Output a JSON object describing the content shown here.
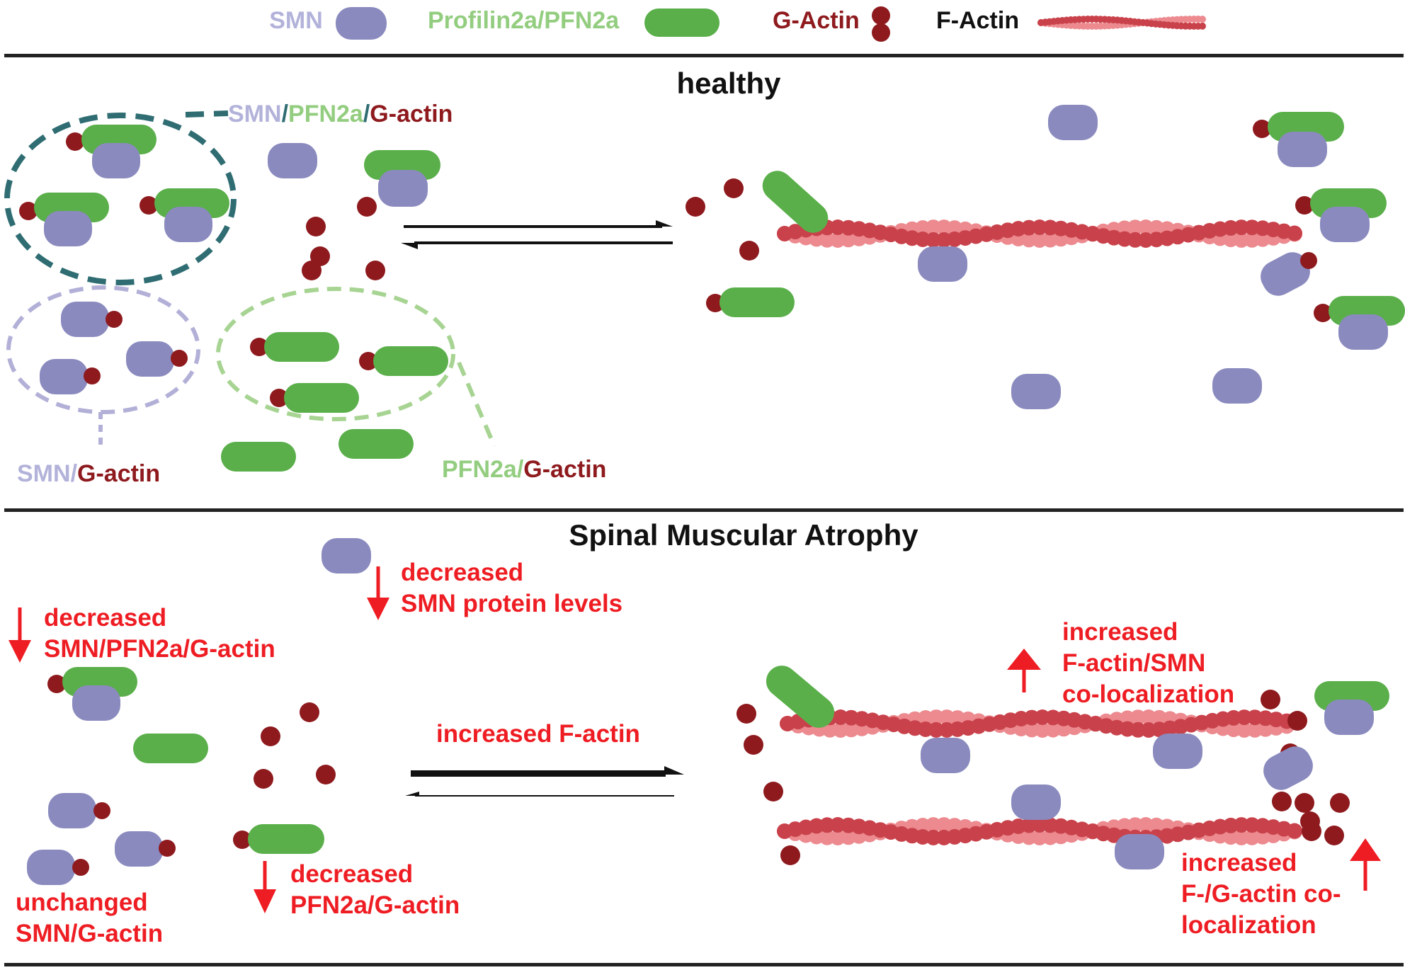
{
  "colors": {
    "smn": "#8a8abf",
    "smn_label": "#b2b2da",
    "pfn2a": "#5aaf4a",
    "pfn2a_label": "#93cd7f",
    "g_actin": "#8e1a1e",
    "g_actin_label": "#8e1a1e",
    "f_actin_dark": "#c9424b",
    "f_actin_light": "#ec8a8f",
    "effect_red": "#ee1d23",
    "black": "#111111",
    "complex_teal": "#2f6d73",
    "smn_gactin_dash": "#b3b0d8",
    "pfn_gactin_dash": "#a7d492"
  },
  "legend": {
    "smn": "SMN",
    "pfn2a": "Profilin2a/PFN2a",
    "g_actin": "G-Actin",
    "f_actin": "F-Actin"
  },
  "healthy": {
    "title": "healthy",
    "complex_label": {
      "smn": "SMN",
      "sep1": "/",
      "pfn": "PFN2a",
      "sep2": "/",
      "gactin": "G-actin"
    },
    "smn_gactin_label": {
      "smn": "SMN",
      "sep": "/",
      "gactin": "G-actin"
    },
    "pfn_gactin_label": {
      "pfn": "PFN2a",
      "sep": "/",
      "gactin": "G-actin"
    }
  },
  "sma": {
    "title": "Spinal Muscular Atrophy",
    "smn_levels": [
      "decreased",
      "SMN protein levels"
    ],
    "complex_change": [
      "decreased",
      "SMN/PFN2a/G-actin"
    ],
    "f_actin_change": "increased F-actin",
    "colocalization": [
      "increased",
      "F-actin/SMN",
      "co-localization"
    ],
    "unchanged": [
      "unchanged",
      "SMN/G-actin"
    ],
    "pfn_change": [
      "decreased",
      "PFN2a/G-actin"
    ],
    "fg_colocalization": [
      "increased",
      "F-/G-actin co-",
      "localization"
    ]
  }
}
